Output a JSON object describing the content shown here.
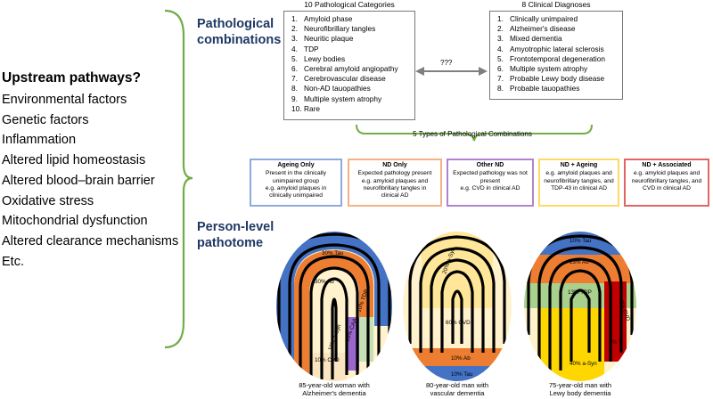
{
  "upstream": {
    "title": "Upstream pathways?",
    "items": [
      "Environmental factors",
      "Genetic factors",
      "Inflammation",
      "Altered lipid homeostasis",
      "Altered blood–brain barrier",
      "Oxidative stress",
      "Mitochondrial dysfunction",
      "Altered clearance mechanisms",
      "Etc."
    ]
  },
  "pathological": {
    "title_line1": "Pathological",
    "title_line2": "combinations"
  },
  "categories": {
    "title": "10 Pathological Categories",
    "items": [
      {
        "num": "1.",
        "text": "Amyloid phase"
      },
      {
        "num": "2.",
        "text": "Neurofibrillary tangles"
      },
      {
        "num": "3.",
        "text": "Neuritic plaque"
      },
      {
        "num": "4.",
        "text": "TDP"
      },
      {
        "num": "5.",
        "text": "Lewy bodies"
      },
      {
        "num": "6.",
        "text": "Cerebral amyloid angiopathy"
      },
      {
        "num": "7.",
        "text": "Cerebrovascular disease"
      },
      {
        "num": "8.",
        "text": "Non-AD tauopathies"
      },
      {
        "num": "9.",
        "text": "Multiple system atrophy"
      },
      {
        "num": "10.",
        "text": "Rare"
      }
    ]
  },
  "diagnoses": {
    "title": "8 Clinical Diagnoses",
    "items": [
      {
        "num": "1.",
        "text": "Clinically unimpaired"
      },
      {
        "num": "2.",
        "text": "Alzheimer's disease"
      },
      {
        "num": "3.",
        "text": "Mixed dementia"
      },
      {
        "num": "4.",
        "text": "Amyotrophic lateral sclerosis"
      },
      {
        "num": "5.",
        "text": "Frontotemporal degeneration"
      },
      {
        "num": "6.",
        "text": "Multiple system atrophy"
      },
      {
        "num": "7.",
        "text": "Probable Lewy body disease"
      },
      {
        "num": "8.",
        "text": "Probable tauopathies"
      }
    ]
  },
  "link_label": "???",
  "types_title": "5 Types of Pathological Combinations",
  "types": [
    {
      "title": "Ageing Only",
      "line1": "Present in the clinically",
      "line2": "unimpaired group",
      "line3": "e.g. amyloid plaques in",
      "line4": "clinically unimpaired",
      "color": "#8faadc"
    },
    {
      "title": "ND Only",
      "line1": "Expected pathology present",
      "line2": "e.g. amyloid plaques and",
      "line3": "neurofibrillary tangles in",
      "line4": "clinical AD",
      "color": "#f4b183"
    },
    {
      "title": "Other ND",
      "line1": "Expected pathology was not",
      "line2": "present",
      "line3": "e.g. CVD in clinical AD",
      "line4": "",
      "color": "#b084cc"
    },
    {
      "title": "ND + Ageing",
      "line1": "e.g. amyloid plaques and",
      "line2": "neurofibrillary tangles, and",
      "line3": "TDP-43 in clinical AD",
      "line4": "",
      "color": "#ffd966"
    },
    {
      "title": "ND + Associated",
      "line1": "e.g. amyloid plaques and",
      "line2": "neurofibrillary tangles, and",
      "line3": "CVD in clinical AD",
      "line4": "",
      "color": "#e06666"
    }
  ],
  "pathotome": {
    "title_line1": "Person-level",
    "title_line2": "pathotome"
  },
  "fingerprints": [
    {
      "caption_line1": "85-year-old woman with",
      "caption_line2": "Alzheimer's dementia",
      "labels": [
        "30% Tau",
        "30% Ab",
        "10% TDP",
        "10% CAA",
        "10% a-Syn",
        "10% CVD"
      ],
      "colors": [
        "#4472c4",
        "#ed7d31",
        "#c5e0b4",
        "#9966cc",
        "#fff2cc",
        "#fbe5c0"
      ]
    },
    {
      "caption_line1": "80-year-old man with",
      "caption_line2": "vascular dementia",
      "labels": [
        "20% a-Syn",
        "60% CVD",
        "10% Ab",
        "10% Tau"
      ],
      "colors": [
        "#ffe699",
        "#fff2cc",
        "#ed7d31",
        "#4472c4"
      ]
    },
    {
      "caption_line1": "75-year-old man with",
      "caption_line2": "Lewy body dementia",
      "labels": [
        "10% Tau",
        "23% Ab",
        "13% TDP",
        "7% CVD",
        "7% ?",
        "40% a-Syn"
      ],
      "colors": [
        "#4472c4",
        "#ed7d31",
        "#a9d18e",
        "#c00000",
        "#fff2cc",
        "#ffd700"
      ]
    }
  ]
}
